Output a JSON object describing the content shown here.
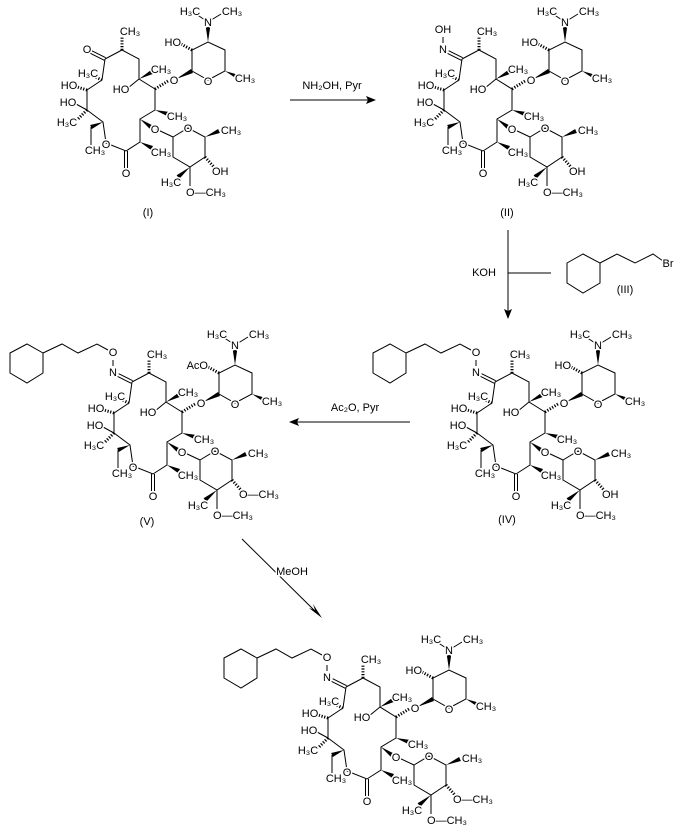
{
  "title": "Synthesis scheme of oxime ether macrolide",
  "reagents": {
    "step1": "NH₂OH,  Pyr",
    "step2": "KOH",
    "step3": "Ac₂O, Pyr",
    "step4": "MeOH"
  },
  "reactant_III": {
    "label": "(III)",
    "br": "Br"
  },
  "template_labels": [
    "H₃C",
    "N",
    "CH₃",
    "O",
    "O",
    "CH₃",
    "CH₃",
    "CH₃",
    "HO",
    "H₃C",
    "HO",
    "HO",
    "H₃C",
    "CH₃",
    "O",
    "O",
    "CH₃",
    "O",
    "CH₃",
    "O",
    "CH₃",
    "H₃C",
    "O—CH₃"
  ],
  "compounds": [
    {
      "name": "(I)",
      "c9": "O",
      "oxime_o": null,
      "desosamine_2": "HO",
      "cladinose_4": "OH"
    },
    {
      "name": "(II)",
      "c9": "N",
      "oxime_o": "OH",
      "desosamine_2": "HO",
      "cladinose_4": "OH"
    },
    {
      "name": "(IV)",
      "c9": "N",
      "oxime_o": "O",
      "desosamine_2": "HO",
      "cladinose_4": "OH"
    },
    {
      "name": "(V)",
      "c9": "N",
      "oxime_o": "O",
      "desosamine_2": "AcO",
      "cladinose_4": "O—CH₃"
    },
    {
      "name": "",
      "c9": "N",
      "oxime_o": "O",
      "desosamine_2": "HO",
      "cladinose_4": "O—CH₃"
    }
  ]
}
